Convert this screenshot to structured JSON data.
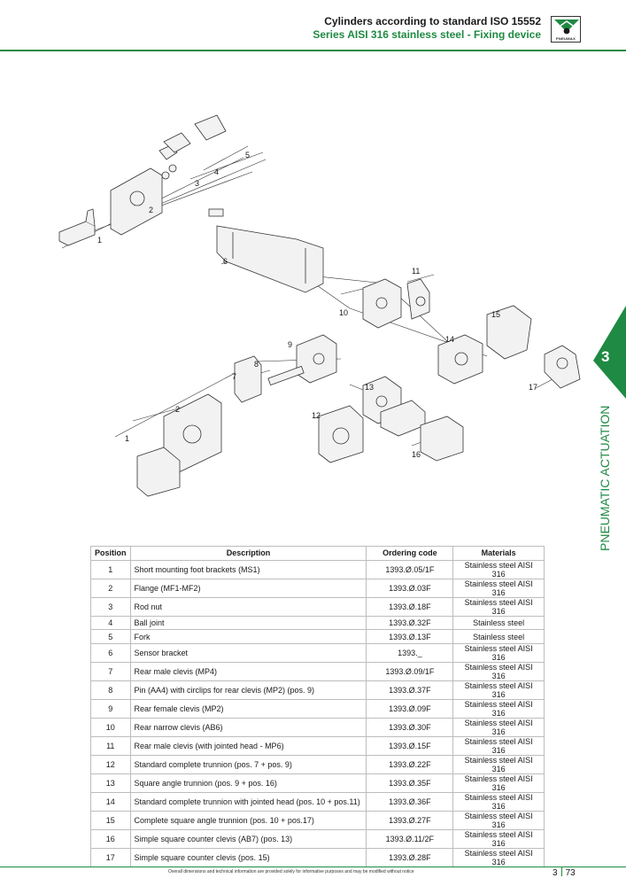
{
  "header": {
    "title": "Cylinders according to standard ISO 15552",
    "subtitle": "Series AISI 316 stainless steel - Fixing device",
    "logo_text": "PNEUMAX"
  },
  "colors": {
    "accent": "#1f8a43",
    "text": "#1a1a1a",
    "border": "#bdbdbd"
  },
  "side_tab": {
    "number": "3",
    "label": "PNEUMATIC ACTUATION"
  },
  "drawing_labels": [
    "5",
    "4",
    "3",
    "2",
    "1",
    "6",
    "11",
    "10",
    "15",
    "14",
    "9",
    "8",
    "7",
    "13",
    "17",
    "2",
    "12",
    "1",
    "16"
  ],
  "table": {
    "headers": [
      "Position",
      "Description",
      "Ordering code",
      "Materials"
    ],
    "rows": [
      [
        "1",
        "Short mounting foot brackets (MS1)",
        "1393.Ø.05/1F",
        "Stainless steel AISI 316"
      ],
      [
        "2",
        "Flange (MF1-MF2)",
        "1393.Ø.03F",
        "Stainless steel AISI 316"
      ],
      [
        "3",
        "Rod nut",
        "1393.Ø.18F",
        "Stainless steel AISI 316"
      ],
      [
        "4",
        "Ball joint",
        "1393.Ø.32F",
        "Stainless steel"
      ],
      [
        "5",
        "Fork",
        "1393.Ø.13F",
        "Stainless steel"
      ],
      [
        "6",
        "Sensor bracket",
        "1393._",
        "Stainless steel AISI 316"
      ],
      [
        "7",
        "Rear male clevis (MP4)",
        "1393.Ø.09/1F",
        "Stainless steel AISI 316"
      ],
      [
        "8",
        "Pin (AA4) with circlips for rear clevis (MP2) (pos. 9)",
        "1393.Ø.37F",
        "Stainless steel AISI 316"
      ],
      [
        "9",
        "Rear female clevis (MP2)",
        "1393.Ø.09F",
        "Stainless steel AISI 316"
      ],
      [
        "10",
        "Rear narrow clevis (AB6)",
        "1393.Ø.30F",
        "Stainless steel AISI 316"
      ],
      [
        "11",
        "Rear male clevis (with jointed head - MP6)",
        "1393.Ø.15F",
        "Stainless steel AISI 316"
      ],
      [
        "12",
        "Standard complete trunnion (pos. 7 + pos. 9)",
        "1393.Ø.22F",
        "Stainless steel AISI 316"
      ],
      [
        "13",
        "Square angle trunnion (pos. 9 + pos. 16)",
        "1393.Ø.35F",
        "Stainless steel AISI 316"
      ],
      [
        "14",
        "Standard complete trunnion with jointed head (pos. 10 + pos.11)",
        "1393.Ø.36F",
        "Stainless steel AISI 316"
      ],
      [
        "15",
        "Complete square angle trunnion (pos. 10 + pos.17)",
        "1393.Ø.27F",
        "Stainless steel AISI 316"
      ],
      [
        "16",
        "Simple square counter clevis (AB7) (pos. 13)",
        "1393.Ø.11/2F",
        "Stainless steel AISI 316"
      ],
      [
        "17",
        "Simple square counter clevis (pos. 15)",
        "1393.Ø.28F",
        "Stainless steel AISI 316"
      ]
    ]
  },
  "footer": {
    "note": "Overall dimensions and technical information are provided solely for informative purposes and may be modified without notice",
    "chapter": "3",
    "page": "73"
  }
}
